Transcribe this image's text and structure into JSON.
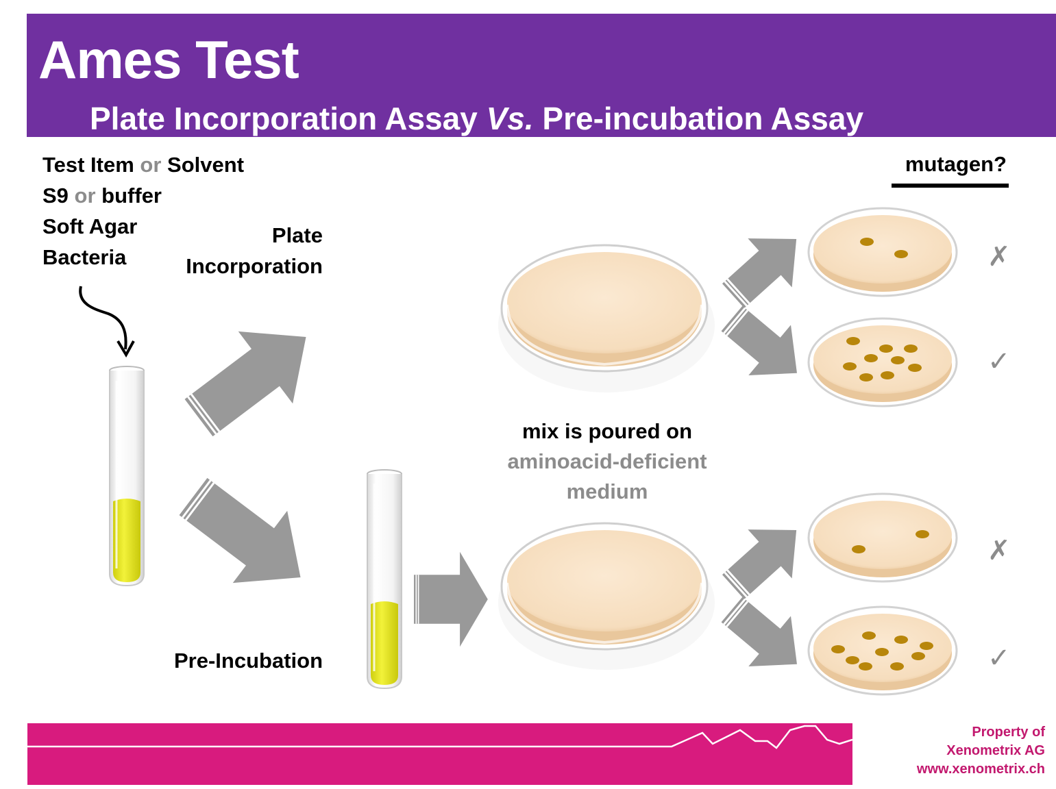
{
  "header": {
    "title": "Ames Test",
    "subtitle_before": "Plate Incorporation Assay ",
    "subtitle_vs": "Vs.",
    "subtitle_after": " Pre-incubation Assay"
  },
  "ingredients": [
    {
      "a": "Test Item",
      "or": "or",
      "b": "Solvent"
    },
    {
      "a": "S9",
      "or": "or",
      "b": "buffer"
    },
    {
      "a": "Soft Agar",
      "or": "",
      "b": ""
    },
    {
      "a": "Bacteria",
      "or": "",
      "b": ""
    }
  ],
  "routes": {
    "plate_incorporation": [
      "Plate",
      "Incorporation"
    ],
    "pre_incubation": "Pre-Incubation"
  },
  "mix_text": {
    "line1": "mix is poured on",
    "line2": "aminoacid-deficient",
    "line3": "medium"
  },
  "result_column": {
    "heading": "mutagen?",
    "marks": [
      "✗",
      "✓",
      "✗",
      "✓"
    ]
  },
  "footer": {
    "credit": [
      "Property of",
      "Xenometrix AG",
      "www.xenometrix.ch"
    ]
  },
  "colors": {
    "header": "#7030a0",
    "arrow": "#999999",
    "agar": "#f8e2c4",
    "colony": "#b8860b",
    "liquid": "#e8e81c",
    "footer": "#d81b7e",
    "credit": "#c2186e",
    "muted_text": "#8c8c8c"
  }
}
